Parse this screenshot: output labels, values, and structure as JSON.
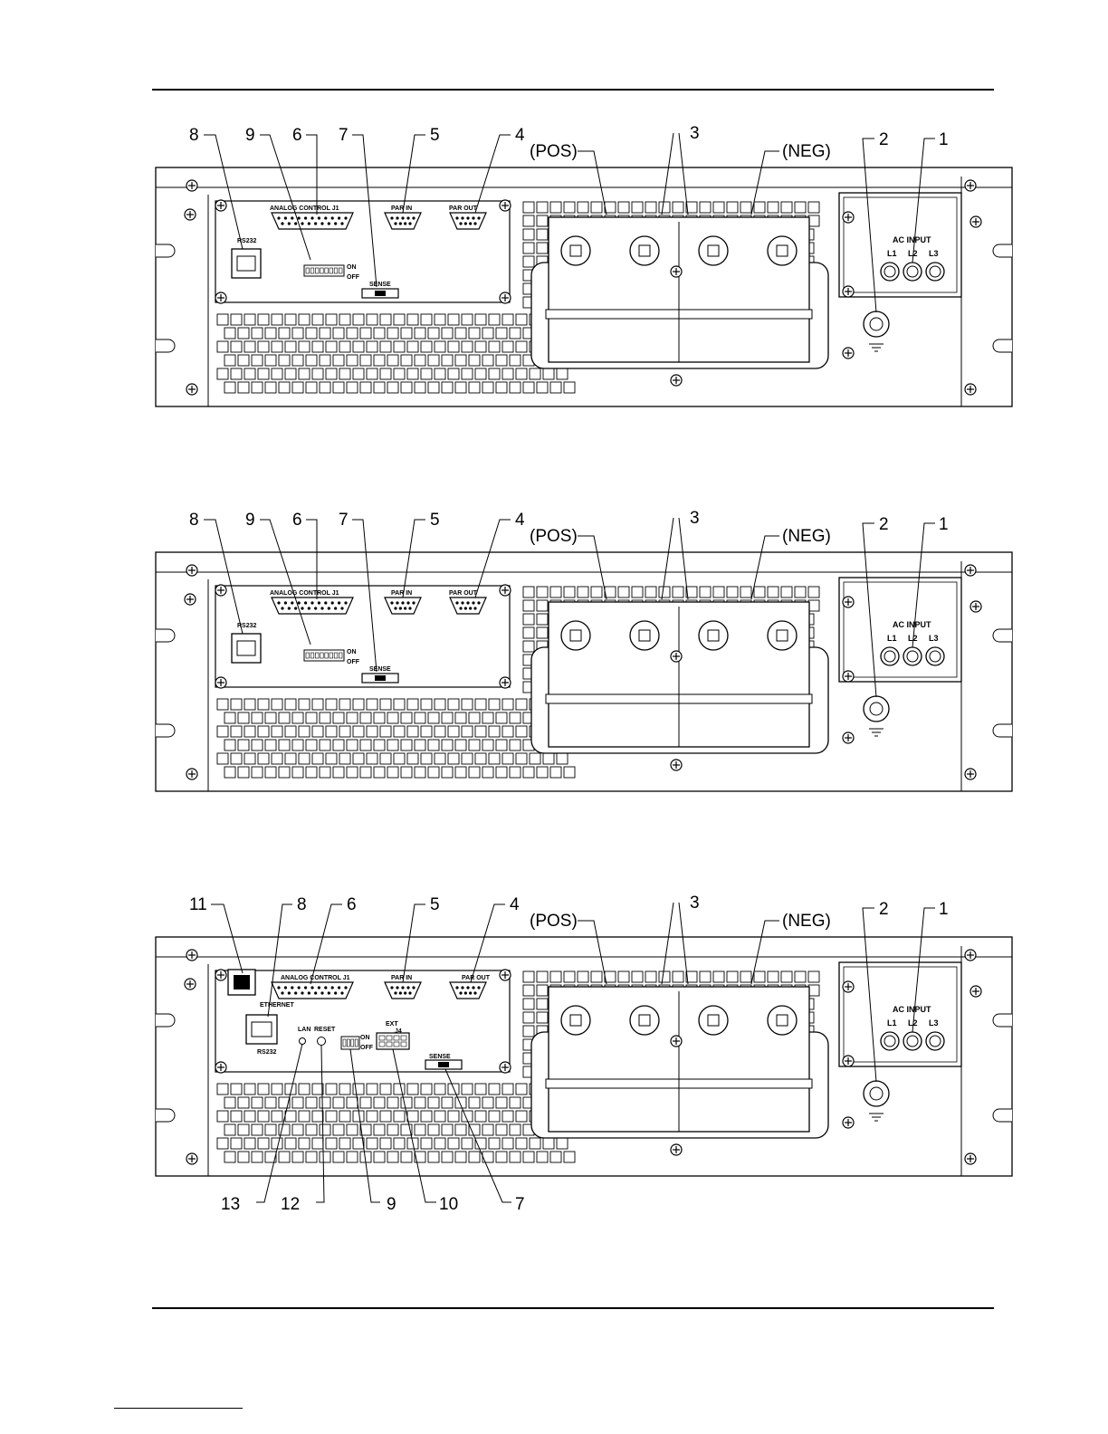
{
  "panels": [
    {
      "id": "panel-1",
      "callouts_top": [
        "8",
        "9",
        "6",
        "7",
        "5",
        "4",
        "3",
        "2",
        "1"
      ],
      "terminal_labels": [
        "(POS)",
        "(NEG)"
      ],
      "labels": {
        "analog": "ANALOG CONTROL J1",
        "par_in": "PAR IN",
        "par_out": "PAR OUT",
        "rs232": "RS232",
        "sense": "SENSE",
        "on": "ON",
        "off": "OFF",
        "ac_input": "AC INPUT",
        "l1": "L1",
        "l2": "L2",
        "l3": "L3"
      }
    },
    {
      "id": "panel-2",
      "callouts_top": [
        "8",
        "9",
        "6",
        "7",
        "5",
        "4",
        "3",
        "2",
        "1"
      ],
      "terminal_labels": [
        "(POS)",
        "(NEG)"
      ],
      "labels": {
        "analog": "ANALOG CONTROL J1",
        "par_in": "PAR IN",
        "par_out": "PAR OUT",
        "rs232": "RS232",
        "sense": "SENSE",
        "on": "ON",
        "off": "OFF",
        "ac_input": "AC INPUT",
        "l1": "L1",
        "l2": "L2",
        "l3": "L3"
      }
    },
    {
      "id": "panel-3",
      "callouts_top": [
        "11",
        "8",
        "6",
        "5",
        "4",
        "3",
        "2",
        "1"
      ],
      "callouts_bottom": [
        "13",
        "12",
        "9",
        "10",
        "7"
      ],
      "terminal_labels": [
        "(POS)",
        "(NEG)"
      ],
      "labels": {
        "analog": "ANALOG CONTROL J1",
        "par_in": "PAR IN",
        "par_out": "PAR OUT",
        "ethernet": "ETHERNET",
        "rs232": "RS232",
        "lan": "LAN",
        "reset": "RESET",
        "ext": "EXT",
        "j4": "J4",
        "sense": "SENSE",
        "on": "ON",
        "off": "OFF",
        "ac_input": "AC INPUT",
        "l1": "L1",
        "l2": "L2",
        "l3": "L3"
      }
    }
  ]
}
